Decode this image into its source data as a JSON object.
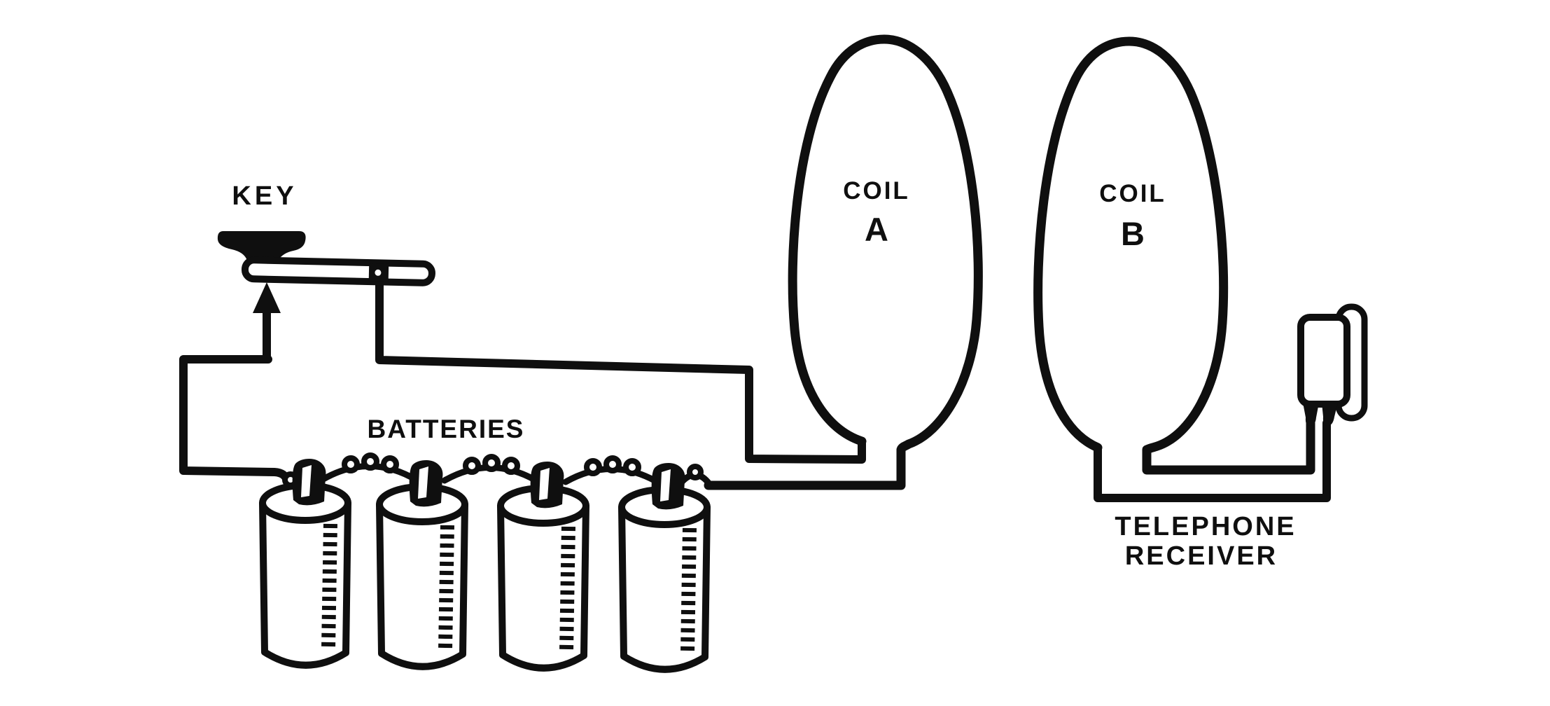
{
  "figure": {
    "type": "vintage-circuit-illustration",
    "ink_color": "#0f0f0f",
    "background_color": "#ffffff",
    "battery_count": 4,
    "components": [
      "telegraph key",
      "four dry-cell batteries in series",
      "coil A",
      "coil B",
      "telephone receiver"
    ],
    "labels": {
      "key": "KEY",
      "batteries": "BATTERIES",
      "coil_a_word": "COIL",
      "coil_a_letter": "A",
      "coil_b_word": "COIL",
      "coil_b_letter": "B",
      "receiver_line1": "TELEPHONE",
      "receiver_line2": "RECEIVER"
    }
  }
}
